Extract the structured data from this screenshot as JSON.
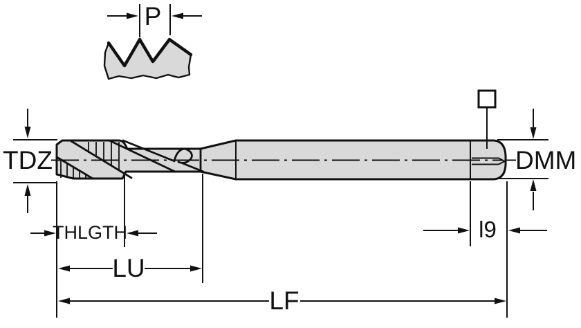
{
  "drawing": {
    "labels": {
      "p": "P",
      "tdz": "TDZ",
      "dmm": "DMM",
      "thlgth": "THLGTH",
      "lu": "LU",
      "lf": "LF",
      "l9": "l9"
    },
    "colors": {
      "line": "#111111",
      "body_fill": "#d9d9d9",
      "background": "#ffffff"
    }
  }
}
